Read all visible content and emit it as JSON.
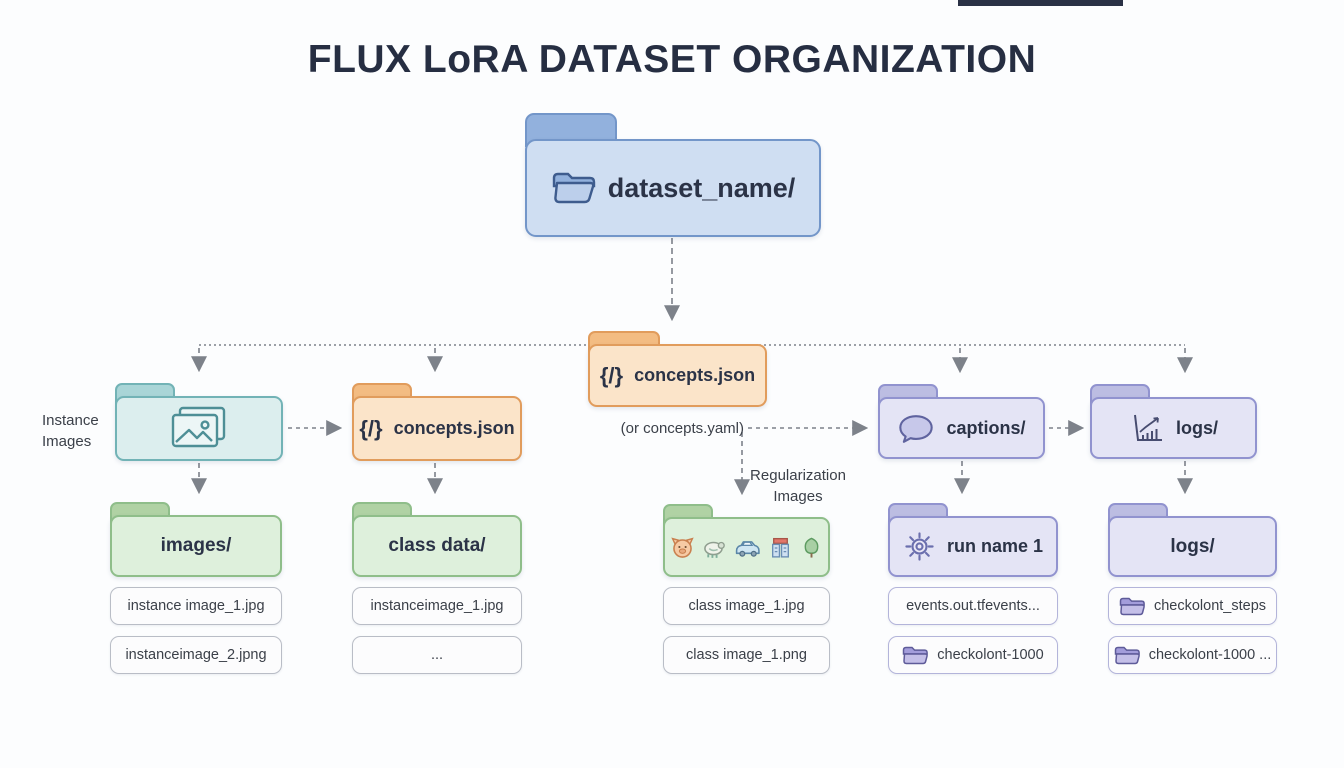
{
  "title": "FLUX LoRA DATASET ORGANIZATION",
  "root": {
    "label": "dataset_name/",
    "icon": "open-folder-icon"
  },
  "level2": {
    "instance_images": {
      "side_label_line1": "Instance",
      "side_label_line2": "Images",
      "icon": "photo-stack-icon"
    },
    "concepts_json_left": {
      "icon_glyph": "{/}",
      "label": "concepts.json"
    },
    "concepts_json_center": {
      "icon_glyph": "{/}",
      "label": "concepts.json",
      "alt_label": "(or concepts.yaml)"
    },
    "captions": {
      "label": "captions/",
      "icon": "speech-bubble-icon"
    },
    "logs": {
      "label": "logs/",
      "icon": "chart-icon"
    }
  },
  "level3": {
    "images": {
      "label": "images/"
    },
    "class_data": {
      "label": "class data/"
    },
    "regularization": {
      "label_line1": "Regularization",
      "label_line2": "Images",
      "icons": [
        "animal-face-icon",
        "sheep-icon",
        "car-icon",
        "building-icon",
        "tree-icon"
      ]
    },
    "run_name": {
      "label": "run name 1",
      "icon": "gear-icon"
    },
    "logs": {
      "label": "logs/"
    }
  },
  "files": {
    "images_col": [
      {
        "label": "instance image_1.jpg"
      },
      {
        "label": "instanceimage_2.jpng"
      }
    ],
    "class_col": [
      {
        "label": "instanceimage_1.jpg"
      },
      {
        "label": "..."
      }
    ],
    "regularization_col": [
      {
        "label": "class image_1.jpg"
      },
      {
        "label": "class image_1.png"
      }
    ],
    "run_col": [
      {
        "label": "events.out.tfevents..."
      },
      {
        "label": "checkolont-1000",
        "icon": "folder-icon"
      }
    ],
    "logs_col": [
      {
        "label": "checkolont_steps",
        "icon": "folder-icon"
      },
      {
        "label": "checkolont-1000 ...",
        "icon": "folder-icon"
      }
    ]
  },
  "colors": {
    "title": "#262e42",
    "blue_border": "#7396c9",
    "teal_border": "#72b3b6",
    "orange_border": "#e19c5c",
    "purple_border": "#9193cf",
    "green_border": "#8fbe8a",
    "connector": "#7d828a"
  }
}
